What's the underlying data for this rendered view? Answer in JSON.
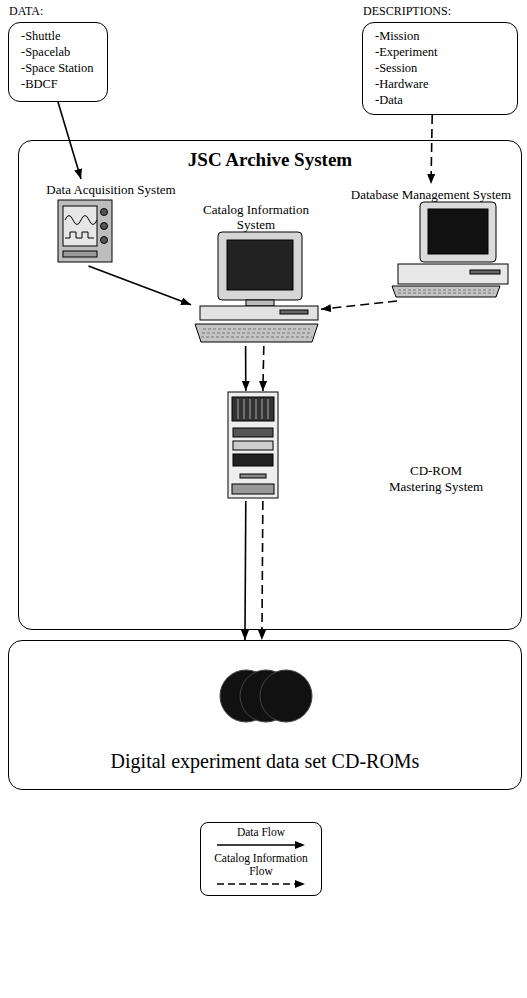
{
  "diagram": {
    "nodes": [
      {
        "text": [
          "DATA:",
          "-Shuttle",
          "-Spacelab",
          "-Space Station",
          "-BDCF"
        ]
      },
      {
        "text": [
          "DESCRIPTIONS:",
          "-Mission",
          "-Experiment",
          "-Session",
          "-Hardware",
          "-Data"
        ]
      },
      {
        "text": [
          "JSC Archive System"
        ]
      },
      {
        "text": [
          "Data Acquisition System"
        ],
        "in": 2
      },
      {
        "text": [
          "Database Management System"
        ],
        "in": 2
      },
      {
        "text": [
          "Catalog Information System"
        ],
        "in": 2
      },
      {
        "text": [
          "CD-ROM Mastering System"
        ],
        "in": 2
      },
      {
        "text": [
          "Digital experiment data set CD-ROMs"
        ]
      }
    ],
    "edges": [
      {
        "from": 0,
        "to": 3,
        "arrow": "to"
      },
      {
        "from": 1,
        "to": 4,
        "arrow": "to"
      },
      {
        "from": 3,
        "to": 5,
        "arrow": "to"
      },
      {
        "from": 4,
        "to": 5,
        "arrow": "to"
      },
      {
        "from": 5,
        "to": 6,
        "arrow": "to"
      },
      {
        "from": 5,
        "to": 6,
        "arrow": "to"
      },
      {
        "from": 6,
        "to": 7,
        "arrow": "to"
      },
      {
        "from": 6,
        "to": 7,
        "arrow": "to"
      }
    ],
    "legend": [
      {
        "text": "Data Flow"
      },
      {
        "text": "Catalog Information Flow"
      }
    ]
  }
}
